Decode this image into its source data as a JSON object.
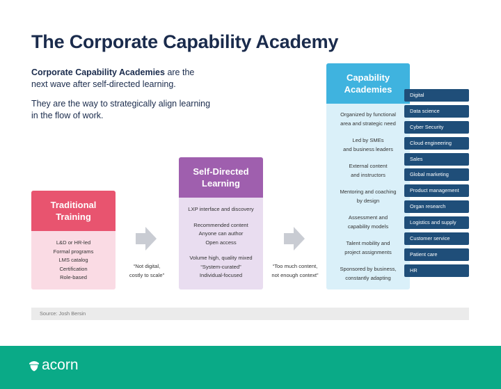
{
  "title": "The Corporate Capability Academy",
  "intro": {
    "bold": "Corporate Capability Academies",
    "line1_rest": " are the next wave after self-directed learning.",
    "line2": "They are the way to strategically align learning in the flow of work."
  },
  "traditional": {
    "title_line1": "Traditional",
    "title_line2": "Training",
    "items": [
      "L&D or HR-led",
      "Formal programs",
      "LMS catalog",
      "Certification",
      "Role-based"
    ]
  },
  "caption1": {
    "line1": "“Not digital,",
    "line2": "costly to scale”"
  },
  "self_directed": {
    "title_line1": "Self-Directed",
    "title_line2": "Learning",
    "group1": [
      "LXP interface and discovery"
    ],
    "group2": [
      "Recommended content",
      "Anyone can author",
      "Open access"
    ],
    "group3": [
      "Volume high, quality mixed",
      "“System-curated”",
      "Individual-focused"
    ]
  },
  "caption2": {
    "line1": "“Too much content,",
    "line2": "not enough context”"
  },
  "capability": {
    "title_line1": "Capability",
    "title_line2": "Academies",
    "groups": [
      [
        "Organized by functional",
        "area and strategic need"
      ],
      [
        "Led by SMEs",
        "and business leaders"
      ],
      [
        "External content",
        "and instructors"
      ],
      [
        "Mentoring and coaching",
        "by design"
      ],
      [
        "Assessment and",
        "capability models"
      ],
      [
        "Talent mobility and",
        "project assignments"
      ],
      [
        "Sponsored by business,",
        "constantly adapting"
      ]
    ]
  },
  "tags": [
    "Digital",
    "Data science",
    "Cyber Security",
    "Cloud engineering",
    "Sales",
    "Global marketing",
    "Product management",
    "Organ research",
    "Logistics and supply",
    "Customer service",
    "Patient care",
    "HR"
  ],
  "source": "Source: Josh Bersin",
  "logo_text": "acorn",
  "colors": {
    "traditional_head": "#e8546f",
    "traditional_body": "#fadbe4",
    "self_head": "#9f5fae",
    "self_body": "#e9ddf0",
    "capability_head": "#3fb3df",
    "capability_body": "#daf0f9",
    "tag": "#1f4e79",
    "footer": "#0aaa87",
    "title": "#1a2b4c"
  }
}
